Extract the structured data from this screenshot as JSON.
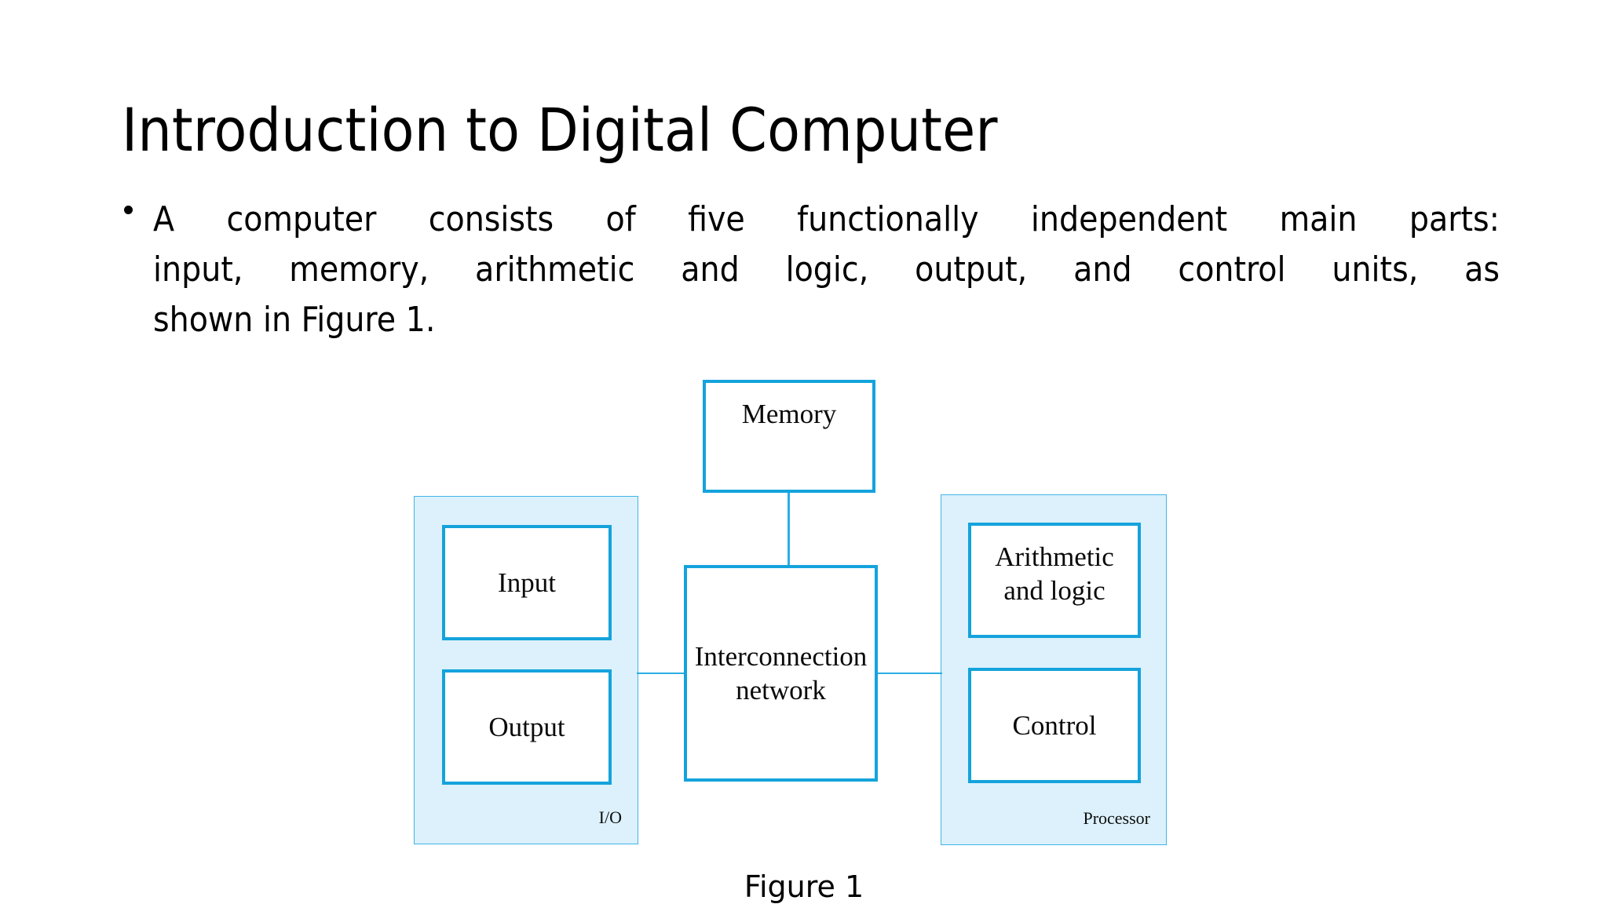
{
  "slide": {
    "title": "Introduction to Digital Computer",
    "background_color": "#FFFFFF"
  },
  "body": {
    "bullet_marker": "•",
    "lines": [
      "A computer consists of five functionally independent main parts:",
      "input, memory, arithmetic and logic, output, and control units, as",
      "shown in Figure 1."
    ],
    "full_text": "A computer consists of five functionally independent main parts: input, memory, arithmetic and logic, output, and control units, as shown in Figure 1."
  },
  "figure": {
    "caption": "Figure 1",
    "colors": {
      "node_border": "#14A3DC",
      "panel_fill": "#DCF1FB",
      "panel_border": "#3FB5E8",
      "connector": "#2BAEE4",
      "node_fill": "#FFFFFF",
      "text": "#0A0A0A"
    },
    "panels": [
      {
        "id": "io",
        "label": "I/O"
      },
      {
        "id": "processor",
        "label": "Processor"
      }
    ],
    "nodes": [
      {
        "id": "memory",
        "label": "Memory"
      },
      {
        "id": "input",
        "label": "Input"
      },
      {
        "id": "output",
        "label": "Output"
      },
      {
        "id": "interconnection",
        "label_line1": "Interconnection",
        "label_line2": "network"
      },
      {
        "id": "arithmetic",
        "label_line1": "Arithmetic",
        "label_line2": "and logic"
      },
      {
        "id": "control",
        "label": "Control"
      }
    ],
    "connections": [
      {
        "from": "memory",
        "to": "interconnection"
      },
      {
        "from": "io",
        "to": "interconnection"
      },
      {
        "from": "interconnection",
        "to": "processor"
      }
    ]
  }
}
